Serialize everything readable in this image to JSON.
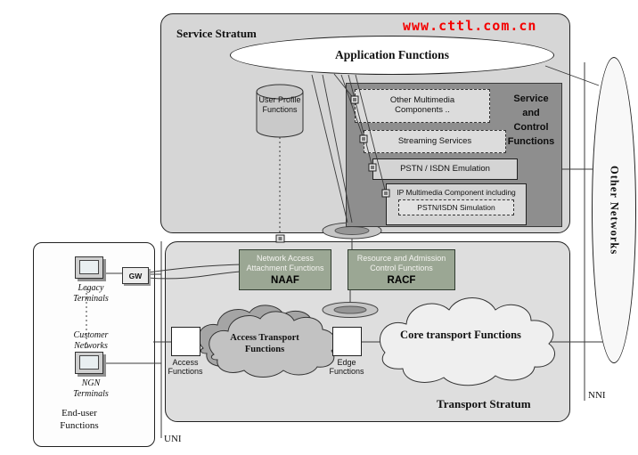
{
  "watermark": {
    "text": "www.cttl.com.cn",
    "color": "#f40000"
  },
  "service_stratum": {
    "title": "Service Stratum",
    "application_functions": "Application Functions",
    "user_profile": "User Profile Functions",
    "service_control_label": "Service and Control Functions",
    "components": [
      {
        "label": "Other Multimedia Components .."
      },
      {
        "label": "Streaming Services"
      },
      {
        "label": "PSTN / ISDN Emulation"
      },
      {
        "label": "IP Multimedia Component including",
        "sub": "PSTN/ISDN Simulation"
      }
    ]
  },
  "transport_stratum": {
    "title": "Transport Stratum",
    "naaf": {
      "name": "Network Access Attachment Functions",
      "abbr": "NAAF"
    },
    "racf": {
      "name": "Resource and Admission Control Functions",
      "abbr": "RACF"
    },
    "access_functions": "Access Functions",
    "edge_functions": "Edge Functions",
    "access_cloud": "Access Transport Functions",
    "core_cloud": "Core transport Functions"
  },
  "end_user": {
    "title": "End-user Functions",
    "legacy_terminals": "Legacy Terminals",
    "gateway": "GW",
    "customer_networks": "Customer Networks",
    "ngn_terminals": "NGN Terminals"
  },
  "interfaces": {
    "uni": "UNI",
    "nni": "NNI"
  },
  "other_networks": "Other Networks",
  "colors": {
    "accent_red": "#f40000",
    "stratum_gray": "#d6d6d6",
    "control_dark": "#8e8e8e",
    "naaf_green": "#9ba794"
  }
}
